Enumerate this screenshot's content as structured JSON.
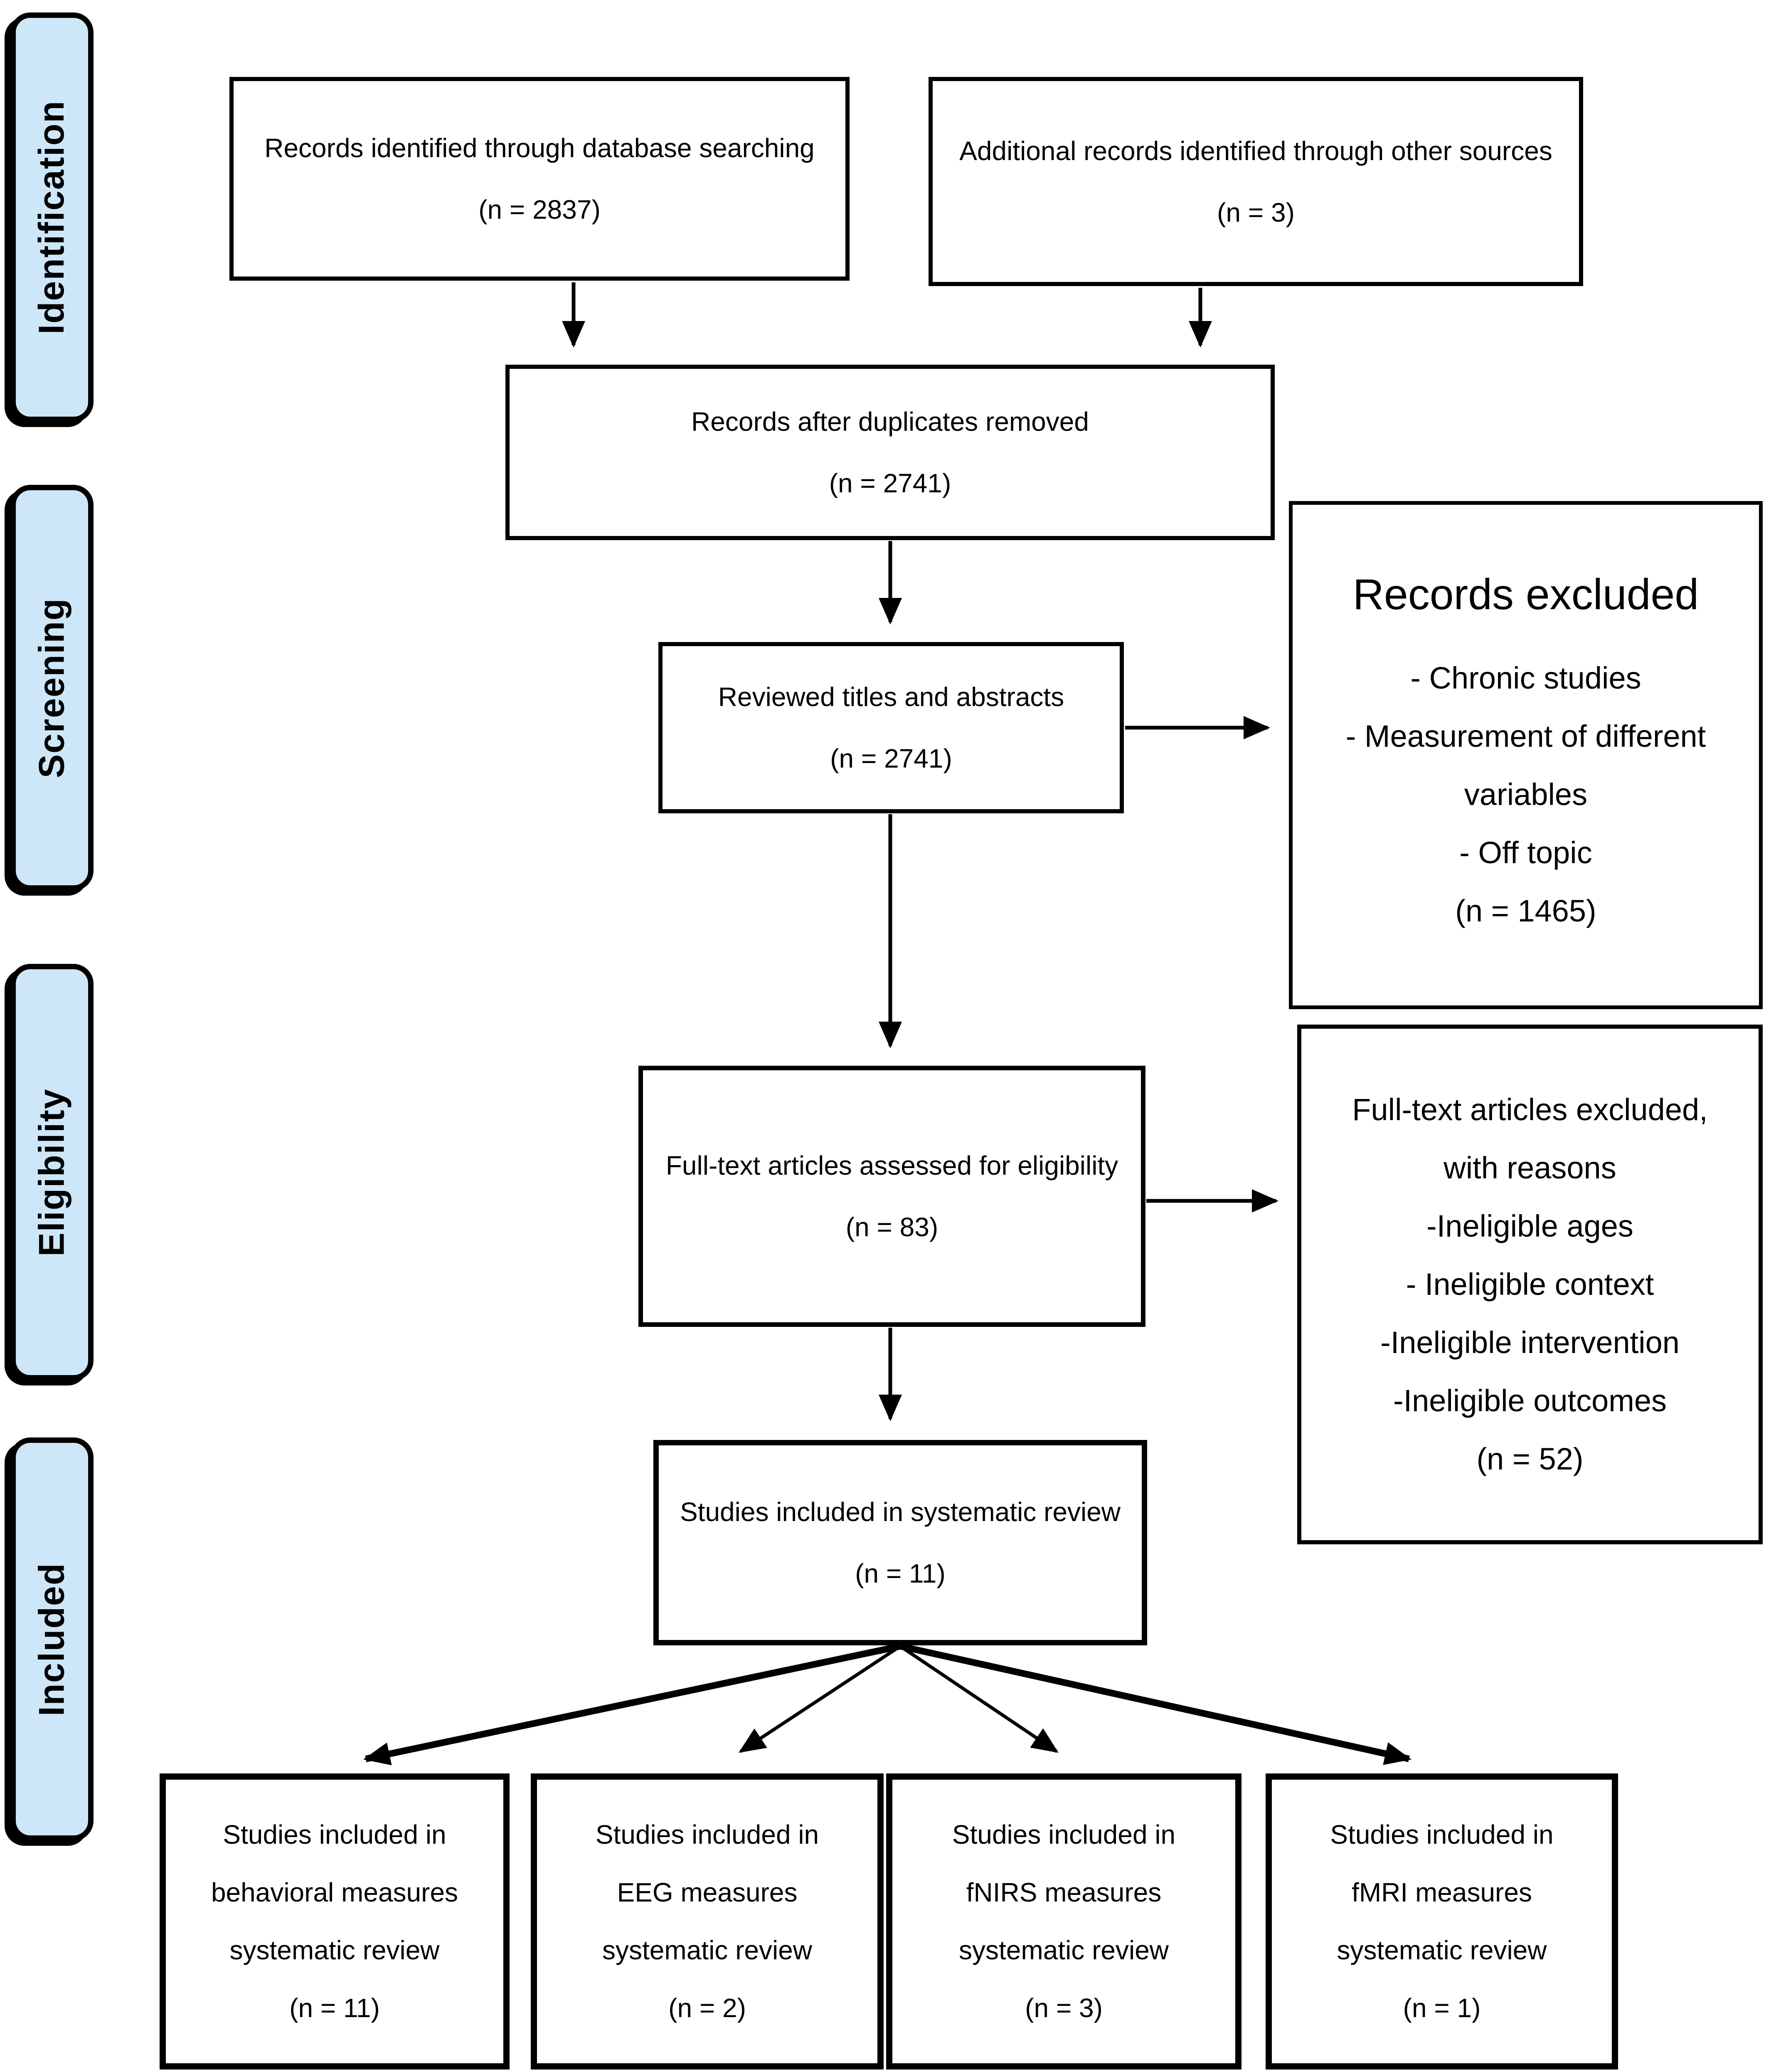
{
  "diagram": {
    "type": "prisma-flowchart",
    "background_color": "#ffffff",
    "stage_fill_color": "#cde7f8",
    "line_color": "#000000"
  },
  "stages": [
    {
      "label": "Identification"
    },
    {
      "label": "Screening"
    },
    {
      "label": "Eligibility"
    },
    {
      "label": "Included"
    }
  ],
  "boxes": {
    "database_search": {
      "lines": [
        "Records identified through database searching",
        "(n = 2837)"
      ]
    },
    "other_sources": {
      "lines": [
        "Additional records identified through other sources",
        "(n = 3)"
      ]
    },
    "duplicates_removed": {
      "lines": [
        "Records after duplicates removed",
        "(n = 2741)"
      ]
    },
    "titles_abstracts": {
      "lines": [
        "Reviewed titles and abstracts",
        "(n = 2741)"
      ]
    },
    "records_excluded": {
      "title": "Records excluded",
      "lines": [
        "- Chronic studies",
        "- Measurement of different",
        "variables",
        "- Off topic",
        "(n = 1465)"
      ]
    },
    "fulltext_assessed": {
      "lines": [
        "Full-text articles assessed for eligibility",
        "(n = 83)"
      ]
    },
    "fulltext_excluded": {
      "lines": [
        "Full-text articles excluded,",
        "with reasons",
        "-Ineligible ages",
        "- Ineligible context",
        "-Ineligible intervention",
        "-Ineligible outcomes",
        "(n = 52)"
      ]
    },
    "systematic_review": {
      "lines": [
        "Studies included in systematic review",
        "(n = 11)"
      ]
    },
    "behavioral": {
      "lines": [
        "Studies included in",
        "behavioral measures",
        "systematic review",
        "(n = 11)"
      ]
    },
    "eeg": {
      "lines": [
        "Studies included in",
        "EEG measures",
        "systematic review",
        "(n = 2)"
      ]
    },
    "fnirs": {
      "lines": [
        "Studies included in",
        "fNIRS measures",
        "systematic review",
        "(n = 3)"
      ]
    },
    "fmri": {
      "lines": [
        "Studies included in",
        "fMRI measures",
        "systematic review",
        "(n = 1)"
      ]
    }
  }
}
